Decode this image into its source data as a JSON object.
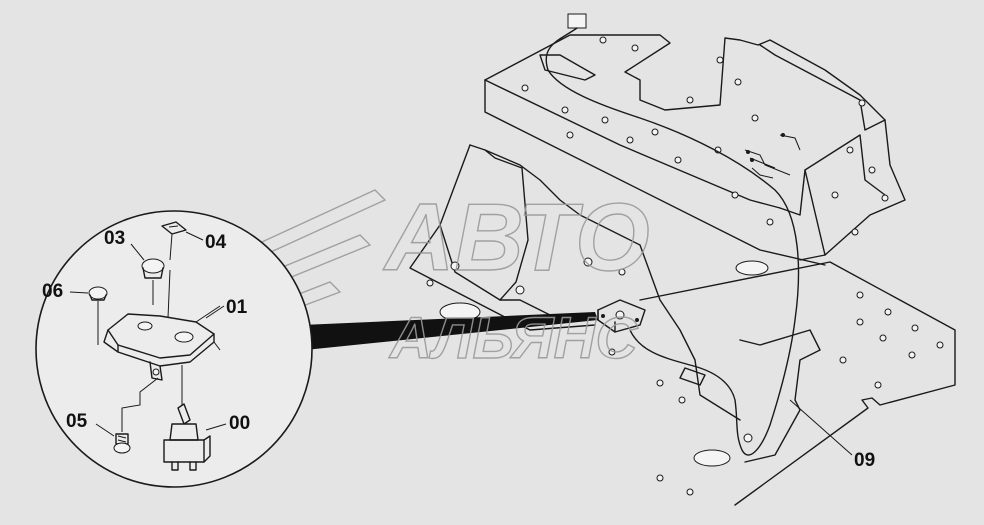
{
  "watermark": {
    "line1": "АВТО",
    "line2": "АЛЬЯНС"
  },
  "callouts": {
    "part_00": "00",
    "part_01": "01",
    "part_03": "03",
    "part_04": "04",
    "part_05": "05",
    "part_06": "06",
    "part_09": "09"
  },
  "colors": {
    "background": "#e4e4e4",
    "linework": "#1a1a1a",
    "watermark": "#9a9a9a"
  }
}
